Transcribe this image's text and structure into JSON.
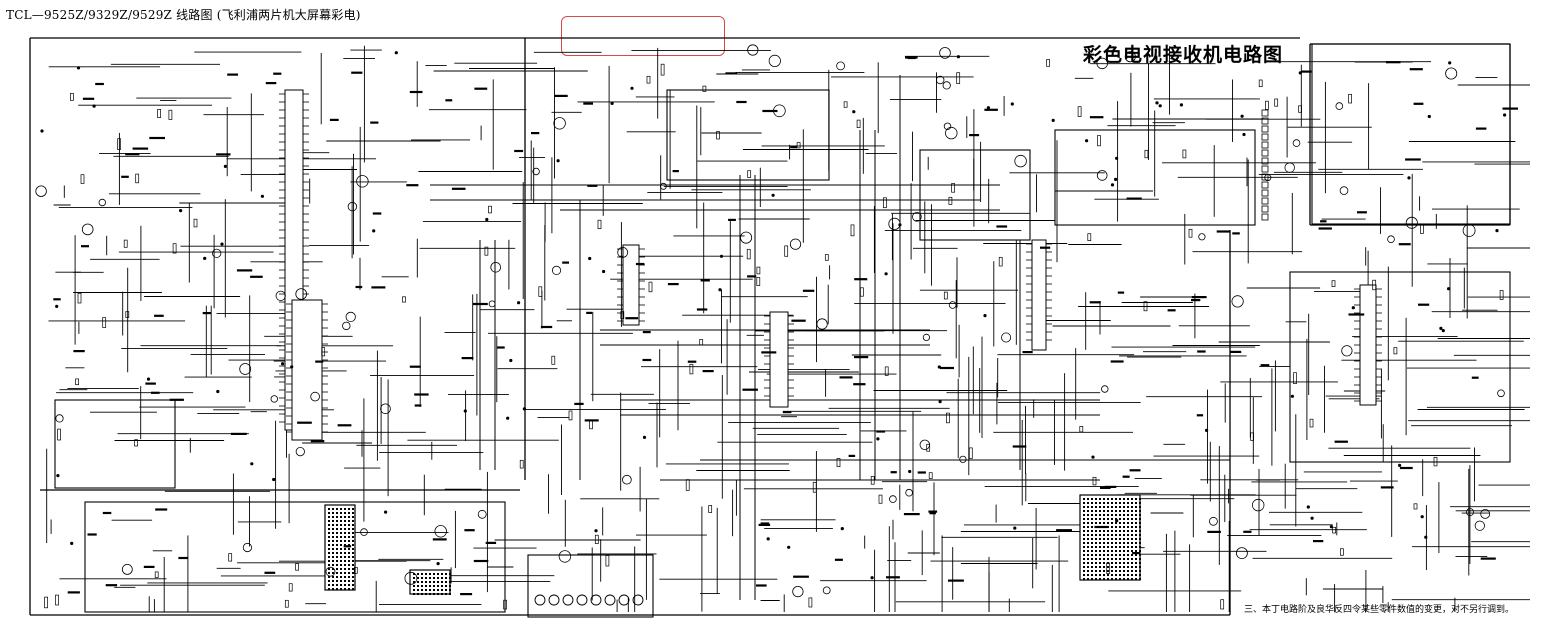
{
  "header": {
    "title": "TCL—9525Z/9329Z/9529Z 线路图 (飞利浦两片机大屏幕彩电)"
  },
  "diagram": {
    "title": "彩色电视接收机电路图",
    "footnote": "三、本丁电路阶及良华反四令某些零件数值的变更，对不另行调到。",
    "colors": {
      "ink": "#000000",
      "highlight": "#d84a4a"
    }
  }
}
